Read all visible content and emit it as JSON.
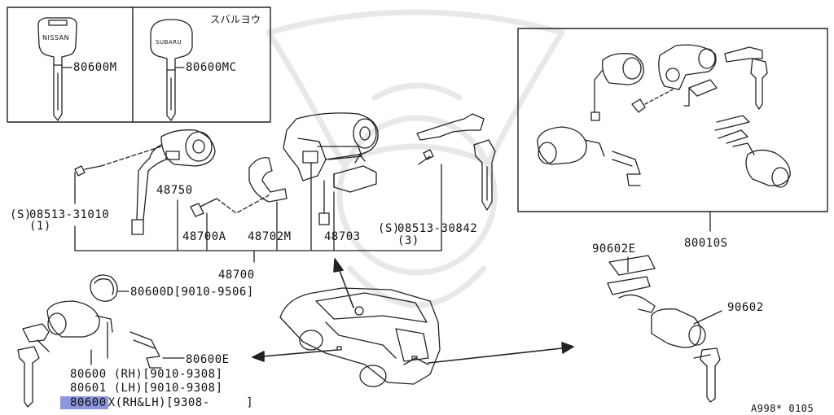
{
  "diagram": {
    "top_left_box": {
      "note": "スバルヨウ",
      "key_nissan": {
        "logo": "NISSAN",
        "part": "80600M"
      },
      "key_subaru": {
        "logo": "SUBARU",
        "part": "80600MC"
      }
    },
    "main_parts": {
      "screw_left": {
        "symbol": "S",
        "part": "08513-31010",
        "qty": "(1)"
      },
      "lock_cylinder": "48750",
      "bolt": "48700A",
      "bracket": "48702M",
      "switch": "48703",
      "screw_right": {
        "symbol": "S",
        "part": "08513-30842",
        "qty": "(3)"
      },
      "assembly": "48700"
    },
    "right_box": {
      "assembly": "80010S"
    },
    "rear_lock": {
      "retainer": "90602E",
      "cylinder": "90602"
    },
    "door_lock": {
      "gasket": "80600D[9010-9506]",
      "retainer": "80600E",
      "lines": [
        {
          "part": "80600",
          "spec": " (RH)[9010-9308]"
        },
        {
          "part": "80601",
          "spec": " (LH)[9010-9308]"
        }
      ],
      "highlighted": {
        "part": "80600",
        "suffix": "X",
        "spec": "(RH&LH)[9308-     ]"
      }
    },
    "figure_code": "A998* 0105"
  }
}
